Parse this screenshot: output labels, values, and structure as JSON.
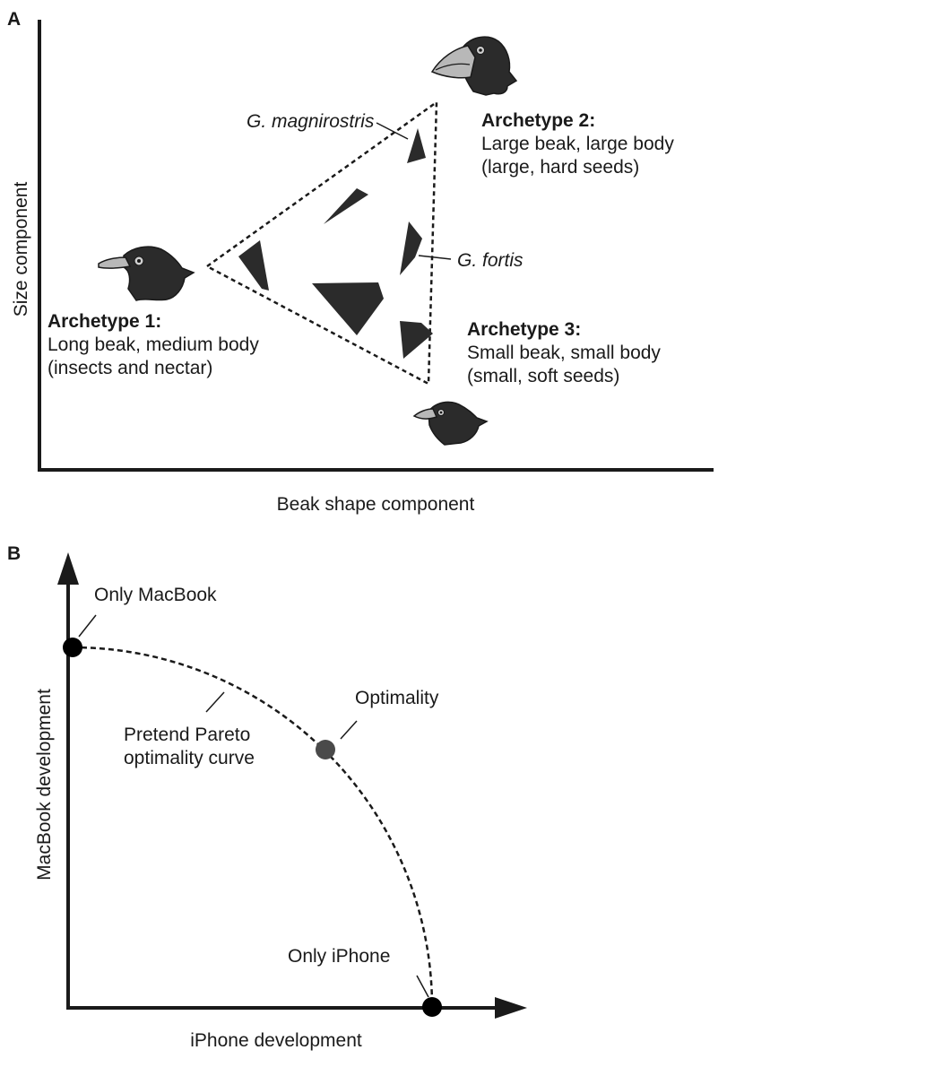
{
  "panel_a": {
    "label": "A",
    "x_axis_label": "Beak shape component",
    "y_axis_label": "Size component",
    "archetype_1": {
      "title": "Archetype 1:",
      "line1": "Long beak, medium body",
      "line2": "(insects and nectar)"
    },
    "archetype_2": {
      "title": "Archetype 2:",
      "line1": "Large beak, large body",
      "line2": "(large, hard seeds)"
    },
    "archetype_3": {
      "title": "Archetype 3:",
      "line1": "Small beak, small body",
      "line2": "(small, soft seeds)"
    },
    "species_magnirostris": "G. magnirostris",
    "species_fortis": "G. fortis",
    "colors": {
      "shape_fill": "#2b2b2b",
      "bird_body": "#2b2b2b",
      "beak": "#b8b8b8"
    }
  },
  "panel_b": {
    "label": "B",
    "x_axis_label": "iPhone development",
    "y_axis_label": "MacBook development",
    "only_macbook": "Only MacBook",
    "only_iphone": "Only iPhone",
    "optimality": "Optimality",
    "curve_line1": "Pretend Pareto",
    "curve_line2": "optimality curve",
    "colors": {
      "endpoint": "#000000",
      "optimal_point": "#4a4a4a"
    }
  }
}
